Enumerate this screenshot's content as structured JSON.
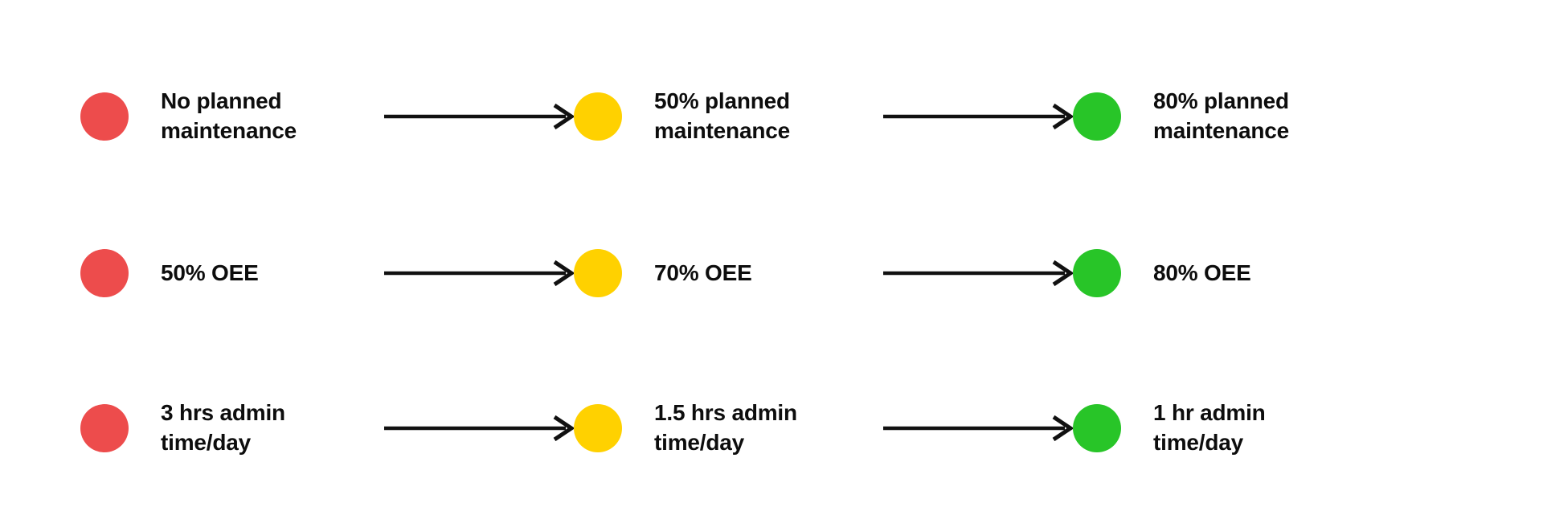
{
  "diagram": {
    "type": "maturity-progression",
    "background_color": "#ffffff",
    "text_color": "#0d0d0d",
    "arrow_color": "#111111",
    "status_colors": {
      "red": "#ED4C4C",
      "yellow": "#FFD100",
      "green": "#28C528"
    },
    "arrow_icon_name": "arrow-right-icon",
    "rows": [
      {
        "name": "planned-maintenance",
        "stages": [
          {
            "status": "red",
            "color": "#ED4C4C",
            "label": "No planned\nmaintenance"
          },
          {
            "status": "yellow",
            "color": "#FFD100",
            "label": "50% planned\nmaintenance"
          },
          {
            "status": "green",
            "color": "#28C528",
            "label": "80% planned\nmaintenance"
          }
        ]
      },
      {
        "name": "oee",
        "stages": [
          {
            "status": "red",
            "color": "#ED4C4C",
            "label": "50% OEE"
          },
          {
            "status": "yellow",
            "color": "#FFD100",
            "label": "70% OEE"
          },
          {
            "status": "green",
            "color": "#28C528",
            "label": "80% OEE"
          }
        ]
      },
      {
        "name": "admin-time",
        "stages": [
          {
            "status": "red",
            "color": "#ED4C4C",
            "label": "3 hrs admin\ntime/day"
          },
          {
            "status": "yellow",
            "color": "#FFD100",
            "label": "1.5 hrs admin\ntime/day"
          },
          {
            "status": "green",
            "color": "#28C528",
            "label": "1 hr admin\ntime/day"
          }
        ]
      }
    ]
  }
}
